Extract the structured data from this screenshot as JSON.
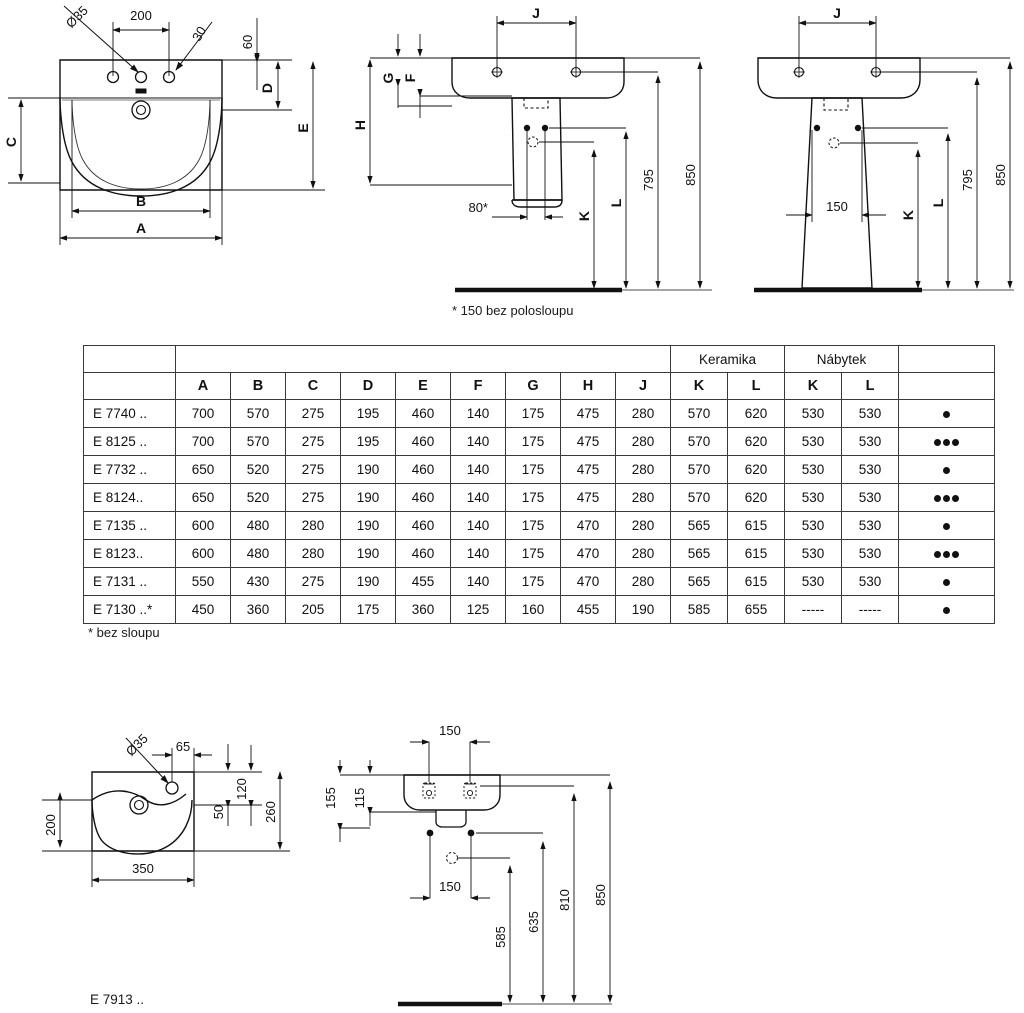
{
  "document": {
    "type": "technical-dimension-drawing",
    "title": "Washbasin dimension drawings and specification table"
  },
  "drawings": {
    "top_front_view": {
      "name": "washbasin-front-view",
      "annotations": {
        "hole_diameter": "Ø35",
        "hole_spacing": "200",
        "hole_offset": "30",
        "top_offset": "60",
        "dim_a": "A",
        "dim_b": "B",
        "dim_c": "C",
        "dim_d": "D",
        "dim_e": "E"
      }
    },
    "top_side_view_half_pedestal": {
      "name": "washbasin-side-view-half-pedestal",
      "annotations": {
        "dim_j": "J",
        "dim_f": "F",
        "dim_g": "G",
        "dim_h": "H",
        "dim_k": "K",
        "dim_l": "L",
        "waste_offset": "80*",
        "height_795": "795",
        "height_850": "850"
      },
      "footnote": "* 150 bez polosloupu"
    },
    "top_side_view_full_pedestal": {
      "name": "washbasin-side-view-full-pedestal",
      "annotations": {
        "dim_j": "J",
        "dim_k": "K",
        "dim_l": "L",
        "pedestal_width": "150",
        "height_795": "795",
        "height_850": "850"
      }
    },
    "bottom_front_view": {
      "name": "small-washbasin-front-view",
      "model": "E 7913 ..",
      "annotations": {
        "hole_diameter": "Ø35",
        "hole_offset": "65",
        "dim_200": "200",
        "dim_350": "350",
        "dim_50": "50",
        "dim_120": "120",
        "dim_260": "260"
      }
    },
    "bottom_side_view": {
      "name": "small-washbasin-side-view",
      "annotations": {
        "fixing_spacing_top": "150",
        "fixing_spacing_bottom": "150",
        "dim_115": "115",
        "dim_155": "155",
        "height_585": "585",
        "height_635": "635",
        "height_810": "810",
        "height_850": "850"
      }
    }
  },
  "spec_table": {
    "group_headers": {
      "keramika": "Keramika",
      "nabytek": "Nábytek"
    },
    "column_headers": [
      "",
      "A",
      "B",
      "C",
      "D",
      "E",
      "F",
      "G",
      "H",
      "J",
      "K",
      "L",
      "K",
      "L",
      ""
    ],
    "rows": [
      {
        "model": "E 7740 ..",
        "A": "700",
        "B": "570",
        "C": "275",
        "D": "195",
        "E": "460",
        "F": "140",
        "G": "175",
        "H": "475",
        "J": "280",
        "ker_K": "570",
        "ker_L": "620",
        "nab_K": "530",
        "nab_L": "530",
        "dots": 1
      },
      {
        "model": "E 8125 ..",
        "A": "700",
        "B": "570",
        "C": "275",
        "D": "195",
        "E": "460",
        "F": "140",
        "G": "175",
        "H": "475",
        "J": "280",
        "ker_K": "570",
        "ker_L": "620",
        "nab_K": "530",
        "nab_L": "530",
        "dots": 3
      },
      {
        "model": "E 7732 ..",
        "A": "650",
        "B": "520",
        "C": "275",
        "D": "190",
        "E": "460",
        "F": "140",
        "G": "175",
        "H": "475",
        "J": "280",
        "ker_K": "570",
        "ker_L": "620",
        "nab_K": "530",
        "nab_L": "530",
        "dots": 1
      },
      {
        "model": "E 8124..",
        "A": "650",
        "B": "520",
        "C": "275",
        "D": "190",
        "E": "460",
        "F": "140",
        "G": "175",
        "H": "475",
        "J": "280",
        "ker_K": "570",
        "ker_L": "620",
        "nab_K": "530",
        "nab_L": "530",
        "dots": 3
      },
      {
        "model": "E 7135 ..",
        "A": "600",
        "B": "480",
        "C": "280",
        "D": "190",
        "E": "460",
        "F": "140",
        "G": "175",
        "H": "470",
        "J": "280",
        "ker_K": "565",
        "ker_L": "615",
        "nab_K": "530",
        "nab_L": "530",
        "dots": 1
      },
      {
        "model": "E 8123..",
        "A": "600",
        "B": "480",
        "C": "280",
        "D": "190",
        "E": "460",
        "F": "140",
        "G": "175",
        "H": "470",
        "J": "280",
        "ker_K": "565",
        "ker_L": "615",
        "nab_K": "530",
        "nab_L": "530",
        "dots": 3
      },
      {
        "model": "E 7131 ..",
        "A": "550",
        "B": "430",
        "C": "275",
        "D": "190",
        "E": "455",
        "F": "140",
        "G": "175",
        "H": "470",
        "J": "280",
        "ker_K": "565",
        "ker_L": "615",
        "nab_K": "530",
        "nab_L": "530",
        "dots": 1
      },
      {
        "model": "E 7130 ..*",
        "A": "450",
        "B": "360",
        "C": "205",
        "D": "175",
        "E": "360",
        "F": "125",
        "G": "160",
        "H": "455",
        "J": "190",
        "ker_K": "585",
        "ker_L": "655",
        "nab_K": "-----",
        "nab_L": "-----",
        "dots": 1
      }
    ]
  },
  "notes": {
    "polosloupu": "* 150 bez polosloupu",
    "bez_sloupu": "* bez sloupu",
    "model_e7913": "E 7913 .."
  },
  "colors": {
    "line": "#111111",
    "dimension_line": "#444444",
    "background": "#ffffff",
    "floor": "#111111"
  }
}
